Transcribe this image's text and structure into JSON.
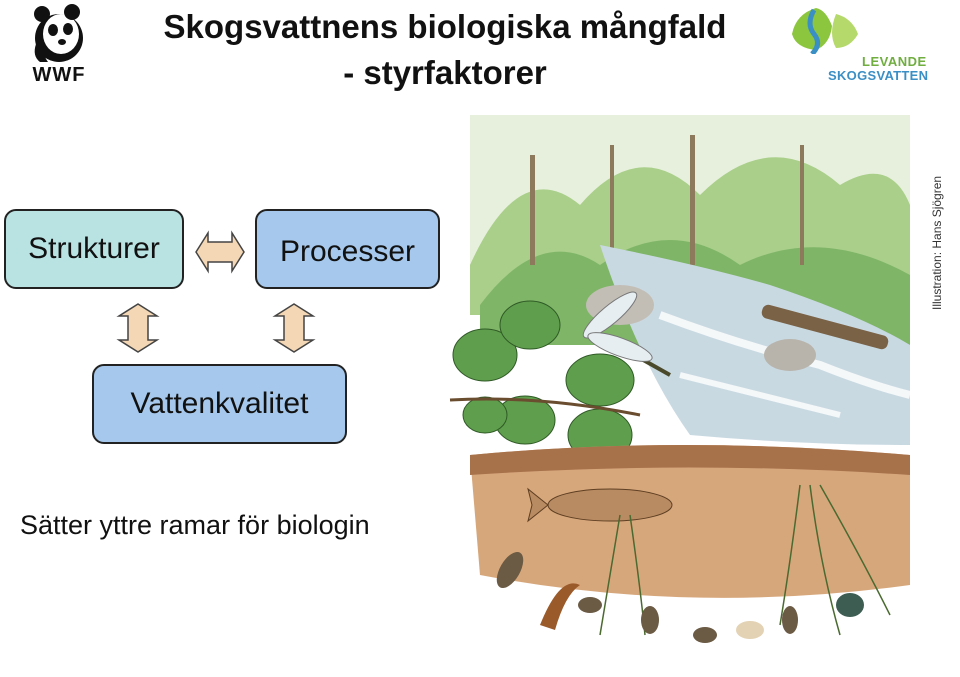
{
  "title": {
    "line1": "Skogsvattnens biologiska mångfald",
    "line2": "- styrfaktorer"
  },
  "logos": {
    "wwf": "WWF",
    "levande_line1": "LEVANDE",
    "levande_line2": "SKOGSVATTEN"
  },
  "diagram": {
    "strukturer": "Strukturer",
    "processer": "Processer",
    "vattenkvalitet": "Vattenkvalitet",
    "arrow_color": "#f4d7b5"
  },
  "subtitle": "Sätter yttre ramar för biologin",
  "credit": "Illustration: Hans Sjögren"
}
